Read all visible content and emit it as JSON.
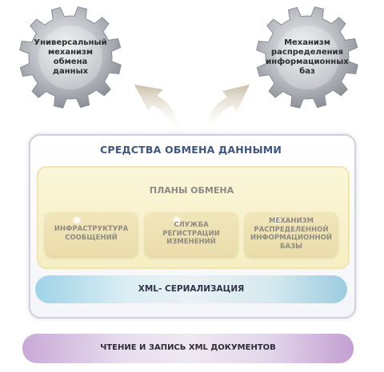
{
  "gear_left": {
    "label": "Универсальный\nмеханизм\nобмена\nданных"
  },
  "gear_right": {
    "label": "Механизм\nраспределения\nинформационных\nбаз"
  },
  "panel": {
    "title": "СРЕДСТВА ОБМЕНА ДАННЫМИ",
    "plans_title": "ПЛАНЫ ОБМЕНА",
    "items": [
      {
        "label": "ИНФРАСТРУКТУРА\nСООБЩЕНИЙ"
      },
      {
        "label": "СЛУЖБА\nРЕГИСТРАЦИИ\nИЗМЕНЕНИЙ"
      },
      {
        "label": "МЕХАНИЗМ\nРАСПРЕДЕЛЕННОЙ\nИНФОРМАЦИОННОЙ\nБАЗЫ"
      }
    ],
    "xml_label": "XML- СЕРИАЛИЗАЦИЯ"
  },
  "bottom_bar": {
    "label": "ЧТЕНИЕ И ЗАПИСЬ XML ДОКУМЕНТОВ"
  },
  "colors": {
    "gear": "#a7aab1",
    "title_blue": "#3d5683",
    "plans_fill": "#f6eec3",
    "xml_bar": "#9fd3e7",
    "rw_bar": "#c8a9d6"
  }
}
